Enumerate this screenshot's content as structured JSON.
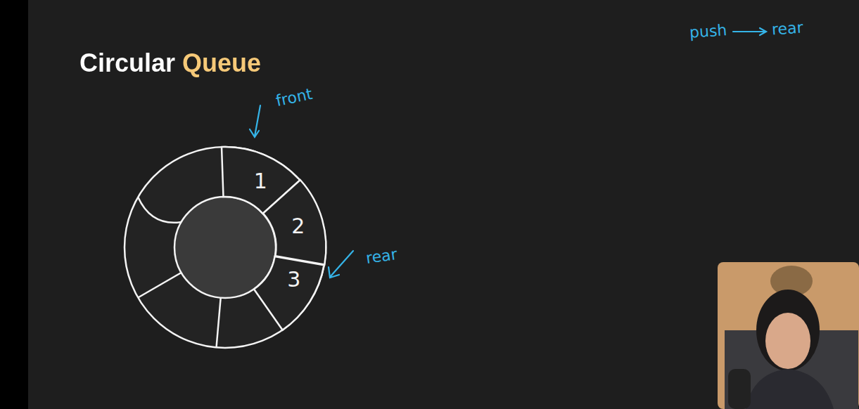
{
  "diagram": {
    "title": "Circular Queue",
    "nodes": [
      {
        "text": [
          "1"
        ]
      },
      {
        "text": [
          "2"
        ]
      },
      {
        "text": [
          "3"
        ]
      }
    ],
    "labels": [
      "front",
      "rear",
      "push",
      "rear"
    ]
  }
}
